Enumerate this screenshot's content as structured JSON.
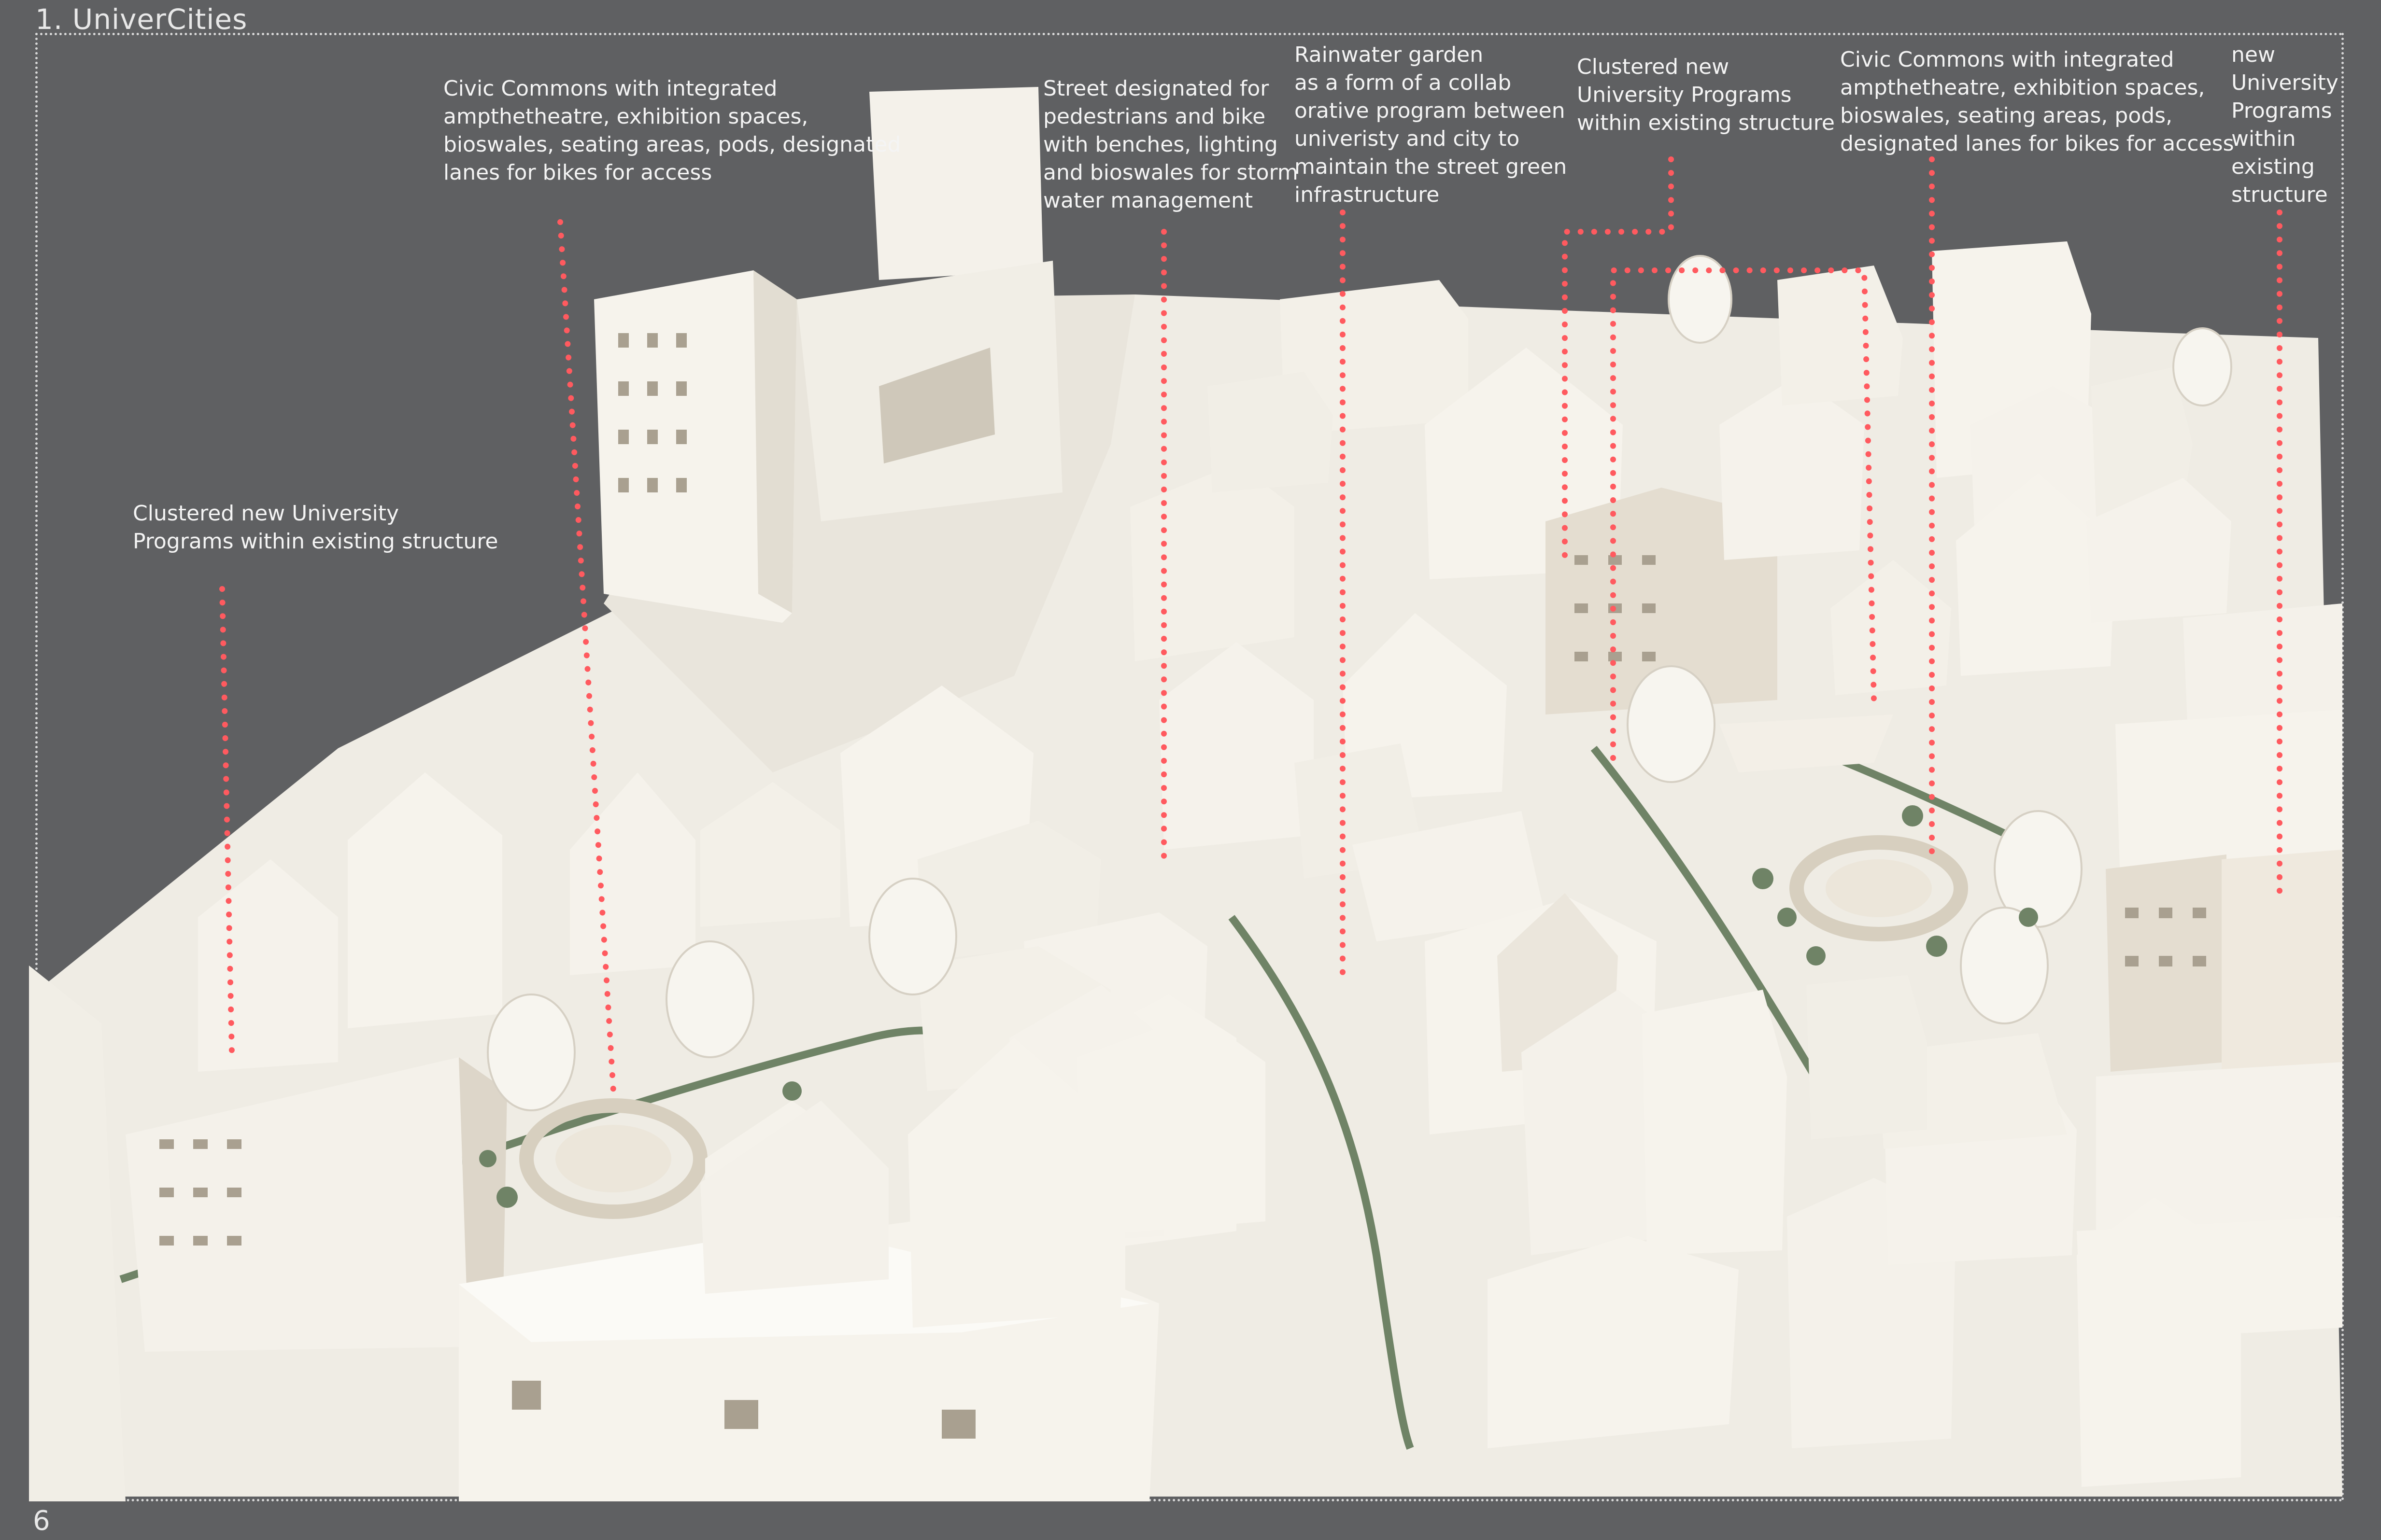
{
  "page": {
    "title": "1. UniverCities",
    "page_number": "6"
  },
  "annotations": [
    {
      "id": "civic-commons-left",
      "text": "Civic Commons with integrated\nampthetheatre, exhibition spaces,\nbioswales, seating areas, pods, designated\nlanes for bikes for access"
    },
    {
      "id": "street-designated",
      "text": "Street designated for\npedestrians and bike\nwith benches, lighting\nand bioswales for storm\n water management"
    },
    {
      "id": "rainwater-garden",
      "text": "Rainwater garden\nas a form of a collab\norative program between\nuniveristy and city to\n maintain the street green\n infrastructure"
    },
    {
      "id": "clustered-new-top",
      "text": "Clustered new\n University Programs\nwithin existing structure"
    },
    {
      "id": "civic-commons-right",
      "text": "Civic Commons with integrated\nampthetheatre, exhibition spaces,\nbioswales, seating areas, pods,\ndesignated lanes for bikes for access"
    },
    {
      "id": "new-university-right",
      "text": "new\n University\nPrograms\nwithin\nexisting\nstructure"
    },
    {
      "id": "clustered-new-left",
      "text": "Clustered new University\nPrograms within existing structure"
    }
  ],
  "colors": {
    "background": "#5f6062",
    "leader_line": "#ff5a5f",
    "text": "#f4f4f4",
    "model_white": "#f3f0e8",
    "model_shadow": "#d9d3c6",
    "greenery": "#6f8366"
  }
}
